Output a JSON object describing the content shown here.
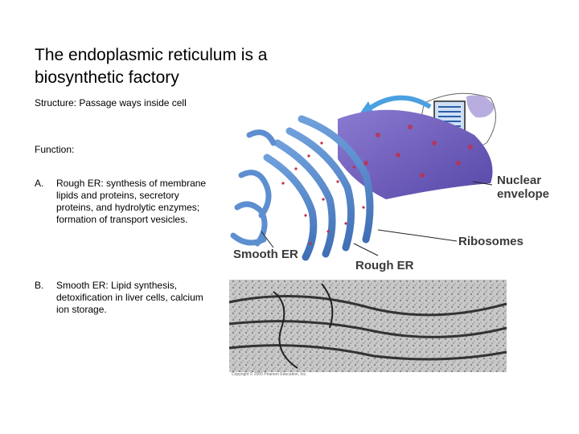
{
  "slide": {
    "title": "The endoplasmic reticulum is a biosynthetic factory",
    "structure": "Structure: Passage ways inside cell",
    "function_heading": "Function:",
    "items": [
      {
        "letter": "A.",
        "text": "Rough ER: synthesis of membrane lipids and proteins, secretory proteins, and hydrolytic enzymes; formation of transport vesicles."
      },
      {
        "letter": "B.",
        "text": "Smooth ER: Lipid synthesis, detoxification in liver cells, calcium ion storage."
      }
    ]
  },
  "figure": {
    "labels": {
      "nuclear_envelope": "Nuclear envelope",
      "smooth_er": "Smooth ER",
      "rough_er": "Rough ER",
      "ribosomes": "Ribosomes"
    },
    "copyright": "Copyright © 2005 Pearson Education, Inc.",
    "colors": {
      "er_blue": "#4a7fc4",
      "nucleus_purple": "#6a5ab8",
      "arrow_blue": "#4aa0e0",
      "ribosome_red": "#c0304a"
    }
  }
}
